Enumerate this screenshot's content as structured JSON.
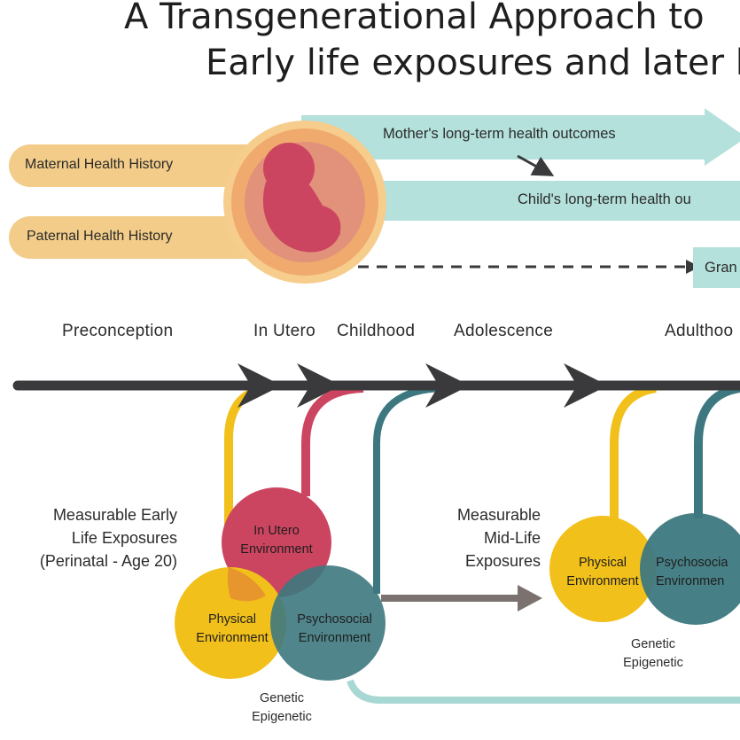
{
  "title": {
    "line1": "A Transgenerational Approach to",
    "line2": "Early life exposures and later l"
  },
  "history": {
    "maternal": "Maternal Health History",
    "paternal": "Paternal Health History"
  },
  "outcomes": {
    "mother": "Mother's long-term health outcomes",
    "child": "Child's long-term health ou",
    "grand": "Gran"
  },
  "stages": [
    "Preconception",
    "In Utero",
    "Childhood",
    "Adolescence",
    "Adulthoo"
  ],
  "early": {
    "label_line1": "Measurable Early",
    "label_line2": "Life Exposures",
    "label_line3": "(Perinatal - Age 20)",
    "in_utero_1": "In Utero",
    "in_utero_2": "Environment",
    "physical_1": "Physical",
    "physical_2": "Environment",
    "psycho_1": "Psychosocial",
    "psycho_2": "Environment",
    "genetic": "Genetic",
    "epigenetic": "Epigenetic"
  },
  "mid": {
    "label_line1": "Measurable",
    "label_line2": "Mid-Life",
    "label_line3": "Exposures",
    "physical_1": "Physical",
    "physical_2": "Environment",
    "psycho_1": "Psychosocia",
    "psycho_2": "Environmen",
    "genetic": "Genetic",
    "epigenetic": "Epigenetic"
  },
  "colors": {
    "yellow": "#f2c01a",
    "crimson": "#cc4560",
    "teal": "#3d7880",
    "mint": "#b4e1dc",
    "peach": "#f2cc88",
    "orange": "#f0aa6e",
    "dark": "#3a3a3c",
    "gray": "#7b7270"
  }
}
